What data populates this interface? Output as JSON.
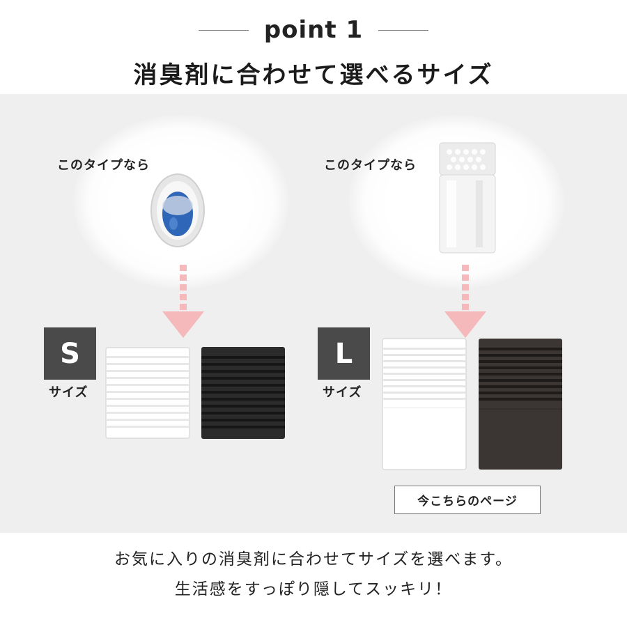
{
  "header": {
    "point_label": "point 1",
    "title": "消臭剤に合わせて選べるサイズ"
  },
  "left": {
    "type_label": "このタイプなら",
    "size_letter": "S",
    "size_caption": "サイズ",
    "product_image": "small-oval-air-freshener",
    "box_colors": [
      "white",
      "black"
    ]
  },
  "right": {
    "type_label": "このタイプなら",
    "size_letter": "L",
    "size_caption": "サイズ",
    "product_image": "tall-clear-bottle-air-freshener",
    "box_colors": [
      "white",
      "dark-brown"
    ],
    "current_page_label": "今こちらのページ"
  },
  "footer": {
    "line1": "お気に入りの消臭剤に合わせてサイズを選べます。",
    "line2": "生活感をすっぽり隠してスッキリ！"
  },
  "colors": {
    "panel_bg": "#efefef",
    "badge_bg": "#4a4a4a",
    "arrow": "#f5b8bb",
    "black_box": "#2b2b2b",
    "brown_box": "#3b3533"
  }
}
